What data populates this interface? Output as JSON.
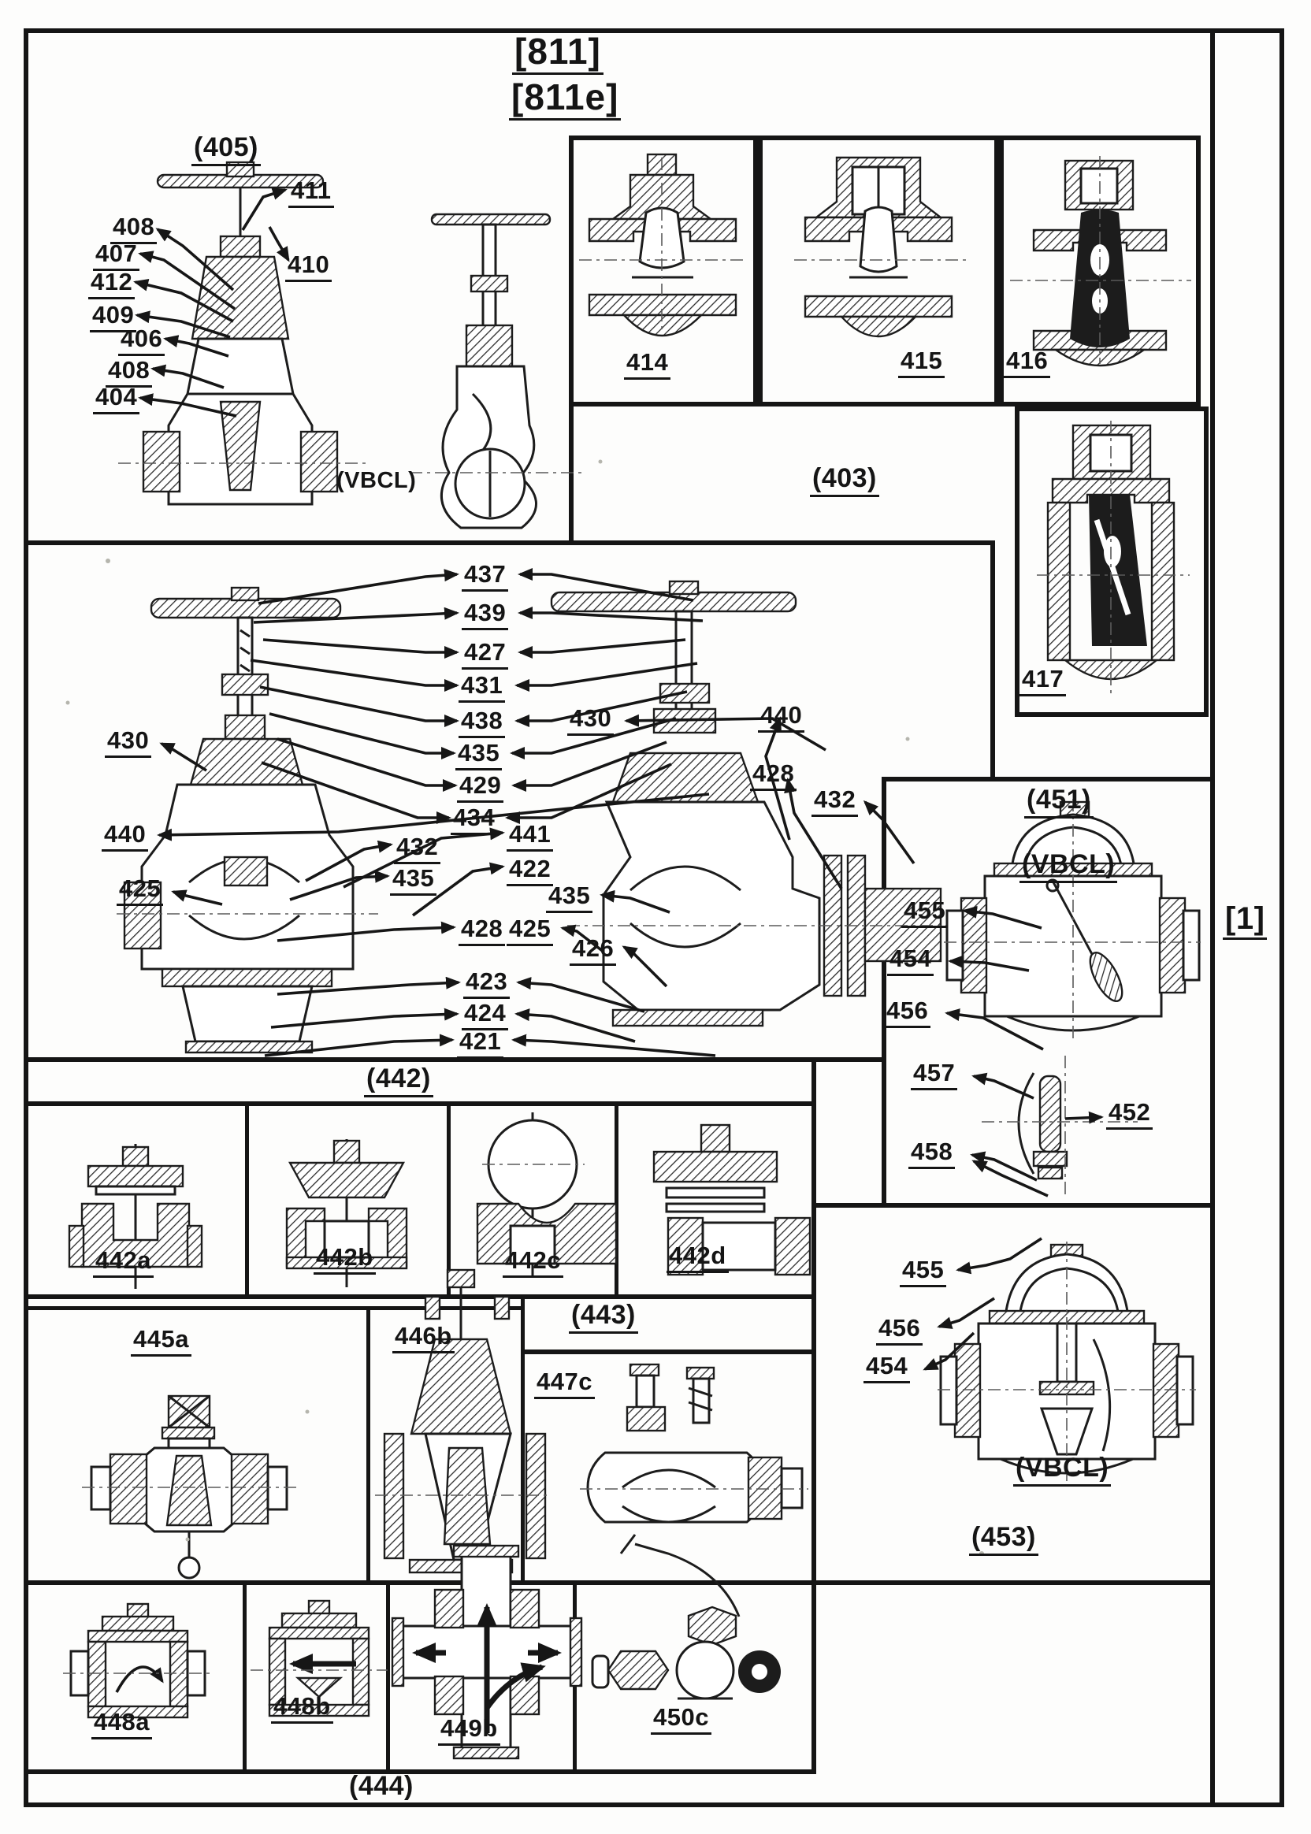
{
  "page": {
    "title_line1": "[811]",
    "title_line2": "[811e]",
    "page_ref": "[1]",
    "ink_color": "#151515",
    "paper_color": "#fdfdfc"
  },
  "sections": {
    "s405": {
      "title": "(405)",
      "vbcl": "(VBCL)",
      "l411": "411",
      "l408a": "408",
      "l407": "407",
      "l412": "412",
      "l409": "409",
      "l406": "406",
      "l408b": "408",
      "l404": "404",
      "l410": "410"
    },
    "s403": {
      "title": "(403)",
      "l414": "414",
      "l415": "415",
      "l416": "416",
      "l417": "417"
    },
    "central": {
      "ladder": [
        "437",
        "439",
        "427",
        "431",
        "438",
        "435",
        "429",
        "434"
      ],
      "l430L": "430",
      "l440L": "440",
      "l425L": "425",
      "l430R": "430",
      "l440R": "440",
      "l428R": "428",
      "l432R": "432",
      "l432M": "432",
      "l435M": "435",
      "l441": "441",
      "l422": "422",
      "l435C": "435",
      "l428C": "428",
      "l425C": "425",
      "l426": "426",
      "l423": "423",
      "l424": "424",
      "l421": "421"
    },
    "s451": {
      "title": "(451)",
      "vbcl": "(VBCL)",
      "l455": "455",
      "l454": "454",
      "l456": "456",
      "l457": "457",
      "l452": "452",
      "l458": "458"
    },
    "s442": {
      "title": "(442)",
      "cells": [
        "442a",
        "442b",
        "442c",
        "442d"
      ]
    },
    "s443": {
      "title": "(443)",
      "l445a": "445a",
      "l446b": "446b",
      "l447c": "447c"
    },
    "s453": {
      "title": "(453)",
      "vbcl": "(VBCL)",
      "l455": "455",
      "l456": "456",
      "l454": "454"
    },
    "s444": {
      "title": "(444)",
      "cells": [
        "448a",
        "448b",
        "449b",
        "450c"
      ]
    }
  }
}
